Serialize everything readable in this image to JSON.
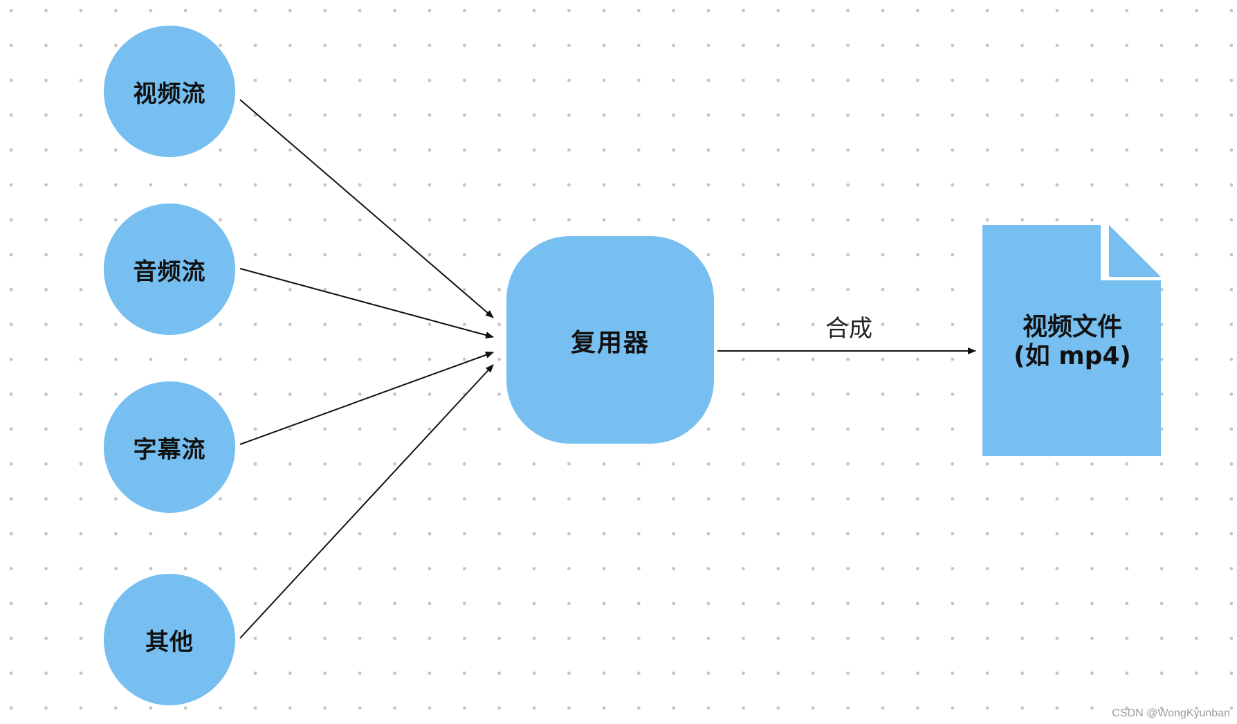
{
  "colors": {
    "node_fill": "#77bff1",
    "edge": "#111111",
    "text": "#111111"
  },
  "nodes": {
    "video_stream": "视频流",
    "audio_stream": "音频流",
    "subtitle_stream": "字幕流",
    "other": "其他",
    "muxer": "复用器",
    "output_file_line1": "视频文件",
    "output_file_line2": "(如 mp4)"
  },
  "edges": {
    "compose_label": "合成"
  },
  "watermark": "CSDN @WongKyunban"
}
